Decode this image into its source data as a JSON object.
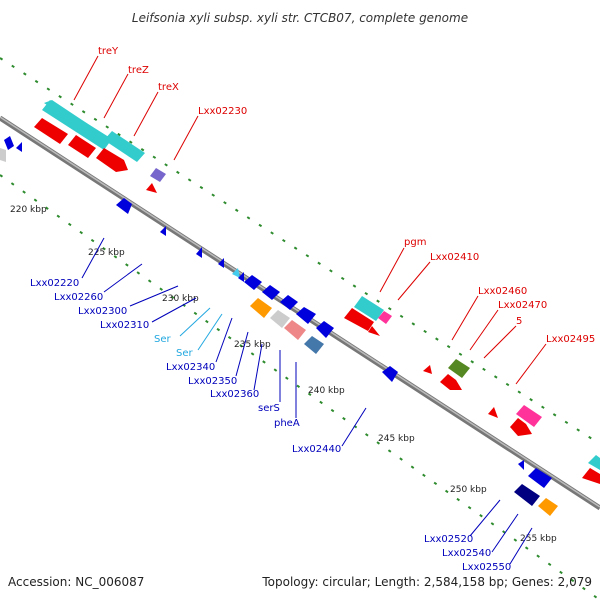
{
  "title": "Leifsonia xyli subsp. xyli str. CTCB07, complete genome",
  "footer": {
    "accession": "Accession: NC_006087",
    "topology": "Topology: circular; Length: 2,584,158 bp; Genes: 2,079"
  },
  "colors": {
    "backbone": "#8a8a8a",
    "tick": "#2e8b2e",
    "red_label": "#dd0000",
    "blue_label": "#0000bb",
    "cyan_label": "#22a8e0",
    "cyan": "#33cccc",
    "red": "#ee0000",
    "blue": "#0000dd",
    "navy": "#000080",
    "orange": "#ff9900",
    "pink": "#ff3399",
    "olive": "#558822",
    "slate": "#4477aa",
    "salmon": "#ee8888",
    "purple": "#7766cc",
    "grey": "#cccccc",
    "lightblue": "#44ccee"
  },
  "kbp_markers": [
    "220 kbp",
    "225 kbp",
    "230 kbp",
    "235 kbp",
    "240 kbp",
    "245 kbp",
    "250 kbp",
    "255 kbp"
  ],
  "gene_labels_top": [
    "treY",
    "treZ",
    "treX",
    "Lxx02230",
    "pgm",
    "Lxx02410",
    "Lxx02460",
    "Lxx02470",
    "5",
    "Lxx02495"
  ],
  "gene_labels_bottom": [
    "Lxx02220",
    "Lxx02260",
    "Lxx02300",
    "Lxx02310",
    "Ser",
    "Ser",
    "Lxx02340",
    "Lxx02350",
    "Lxx02360",
    "serS",
    "pheA",
    "Lxx02440",
    "Lxx02520",
    "Lxx02540",
    "Lxx02550"
  ]
}
